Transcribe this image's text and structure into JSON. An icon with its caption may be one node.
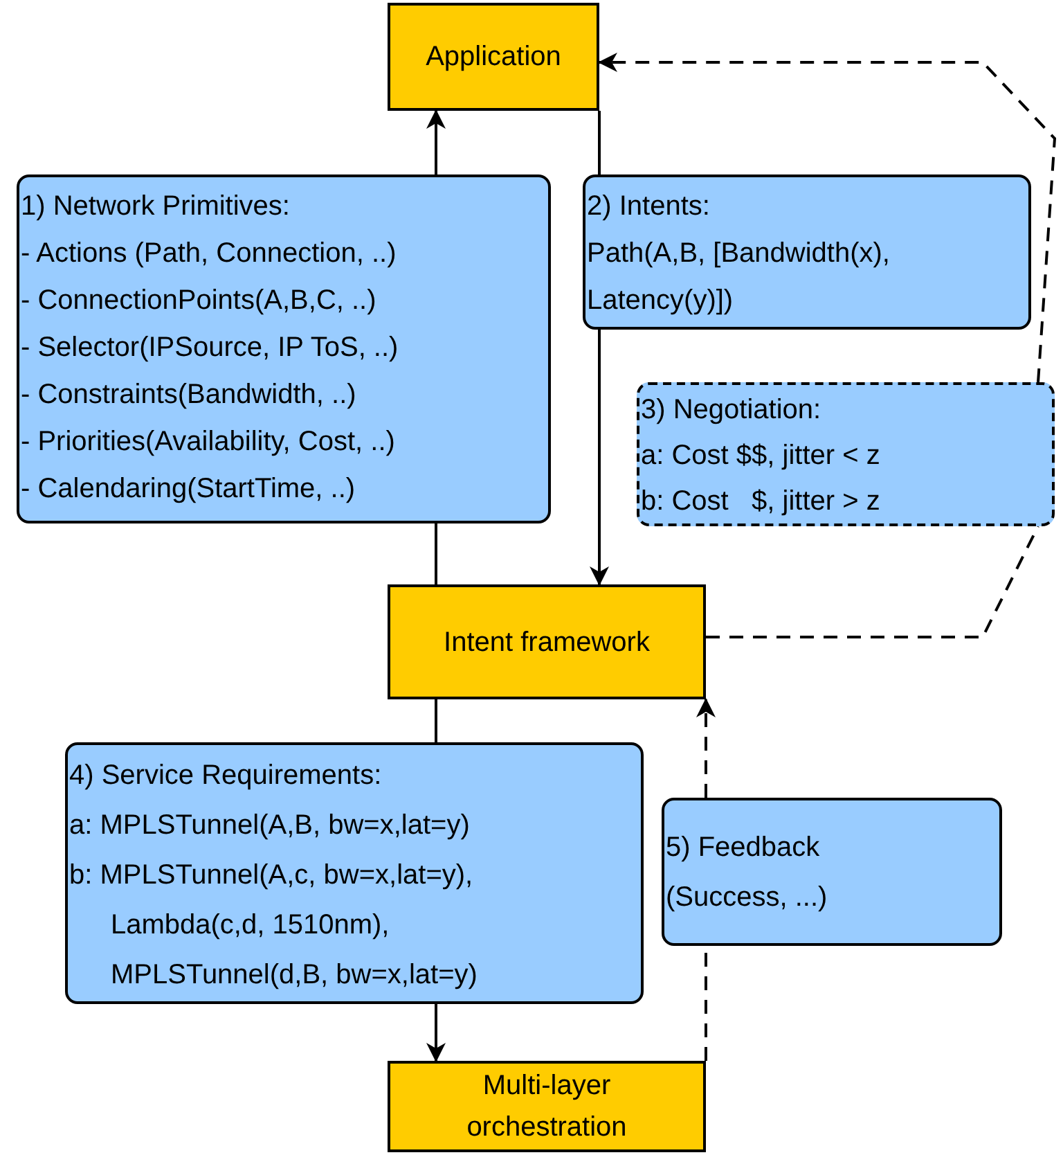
{
  "diagram": {
    "nodes": [
      {
        "text": [
          "Application"
        ]
      },
      {
        "text": [
          "1) Network Primitives:",
          "- Actions (Path, Connection, ..)",
          "- ConnectionPoints(A,B,C, ..)",
          "- Selector(IPSource, IP ToS, ..)",
          "- Constraints(Bandwidth, ..)",
          "- Priorities(Availability, Cost, ..)",
          "- Calendaring(StartTime, ..)"
        ]
      },
      {
        "text": [
          "2) Intents:",
          "Path(A,B, [Bandwidth(x), Latency(y)])"
        ]
      },
      {
        "text": [
          "3) Negotiation:",
          "a: Cost $$, jitter < z",
          "b: Cost   $, jitter > z"
        ]
      },
      {
        "text": [
          "Intent framework"
        ]
      },
      {
        "text": [
          "4) Service Requirements:",
          "a: MPLSTunnel(A,B, bw=x,lat=y)",
          "b: MPLSTunnel(A,c, bw=x,lat=y), Lambda(c,d, 1510nm), MPLSTunnel(d,B, bw=x,lat=y)"
        ]
      },
      {
        "text": [
          "5) Feedback",
          "(Success, ...)"
        ]
      },
      {
        "text": [
          "Multi-layer orchestration"
        ]
      }
    ],
    "edges": [
      {
        "from": 1,
        "to": 0,
        "arrow": "to"
      },
      {
        "from": 4,
        "to": 1,
        "arrow": "none"
      },
      {
        "from": 0,
        "to": 2,
        "arrow": "none"
      },
      {
        "from": 2,
        "to": 4,
        "arrow": "to"
      },
      {
        "from": 4,
        "to": 5,
        "arrow": "none"
      },
      {
        "from": 5,
        "to": 7,
        "arrow": "to"
      },
      {
        "from": 7,
        "to": 6,
        "arrow": "none",
        "style": "dashed"
      },
      {
        "from": 6,
        "to": 4,
        "arrow": "to",
        "style": "dashed"
      },
      {
        "from": 4,
        "to": 3,
        "arrow": "none",
        "style": "dashed"
      },
      {
        "from": 3,
        "to": 0,
        "arrow": "to",
        "style": "dashed"
      }
    ]
  }
}
